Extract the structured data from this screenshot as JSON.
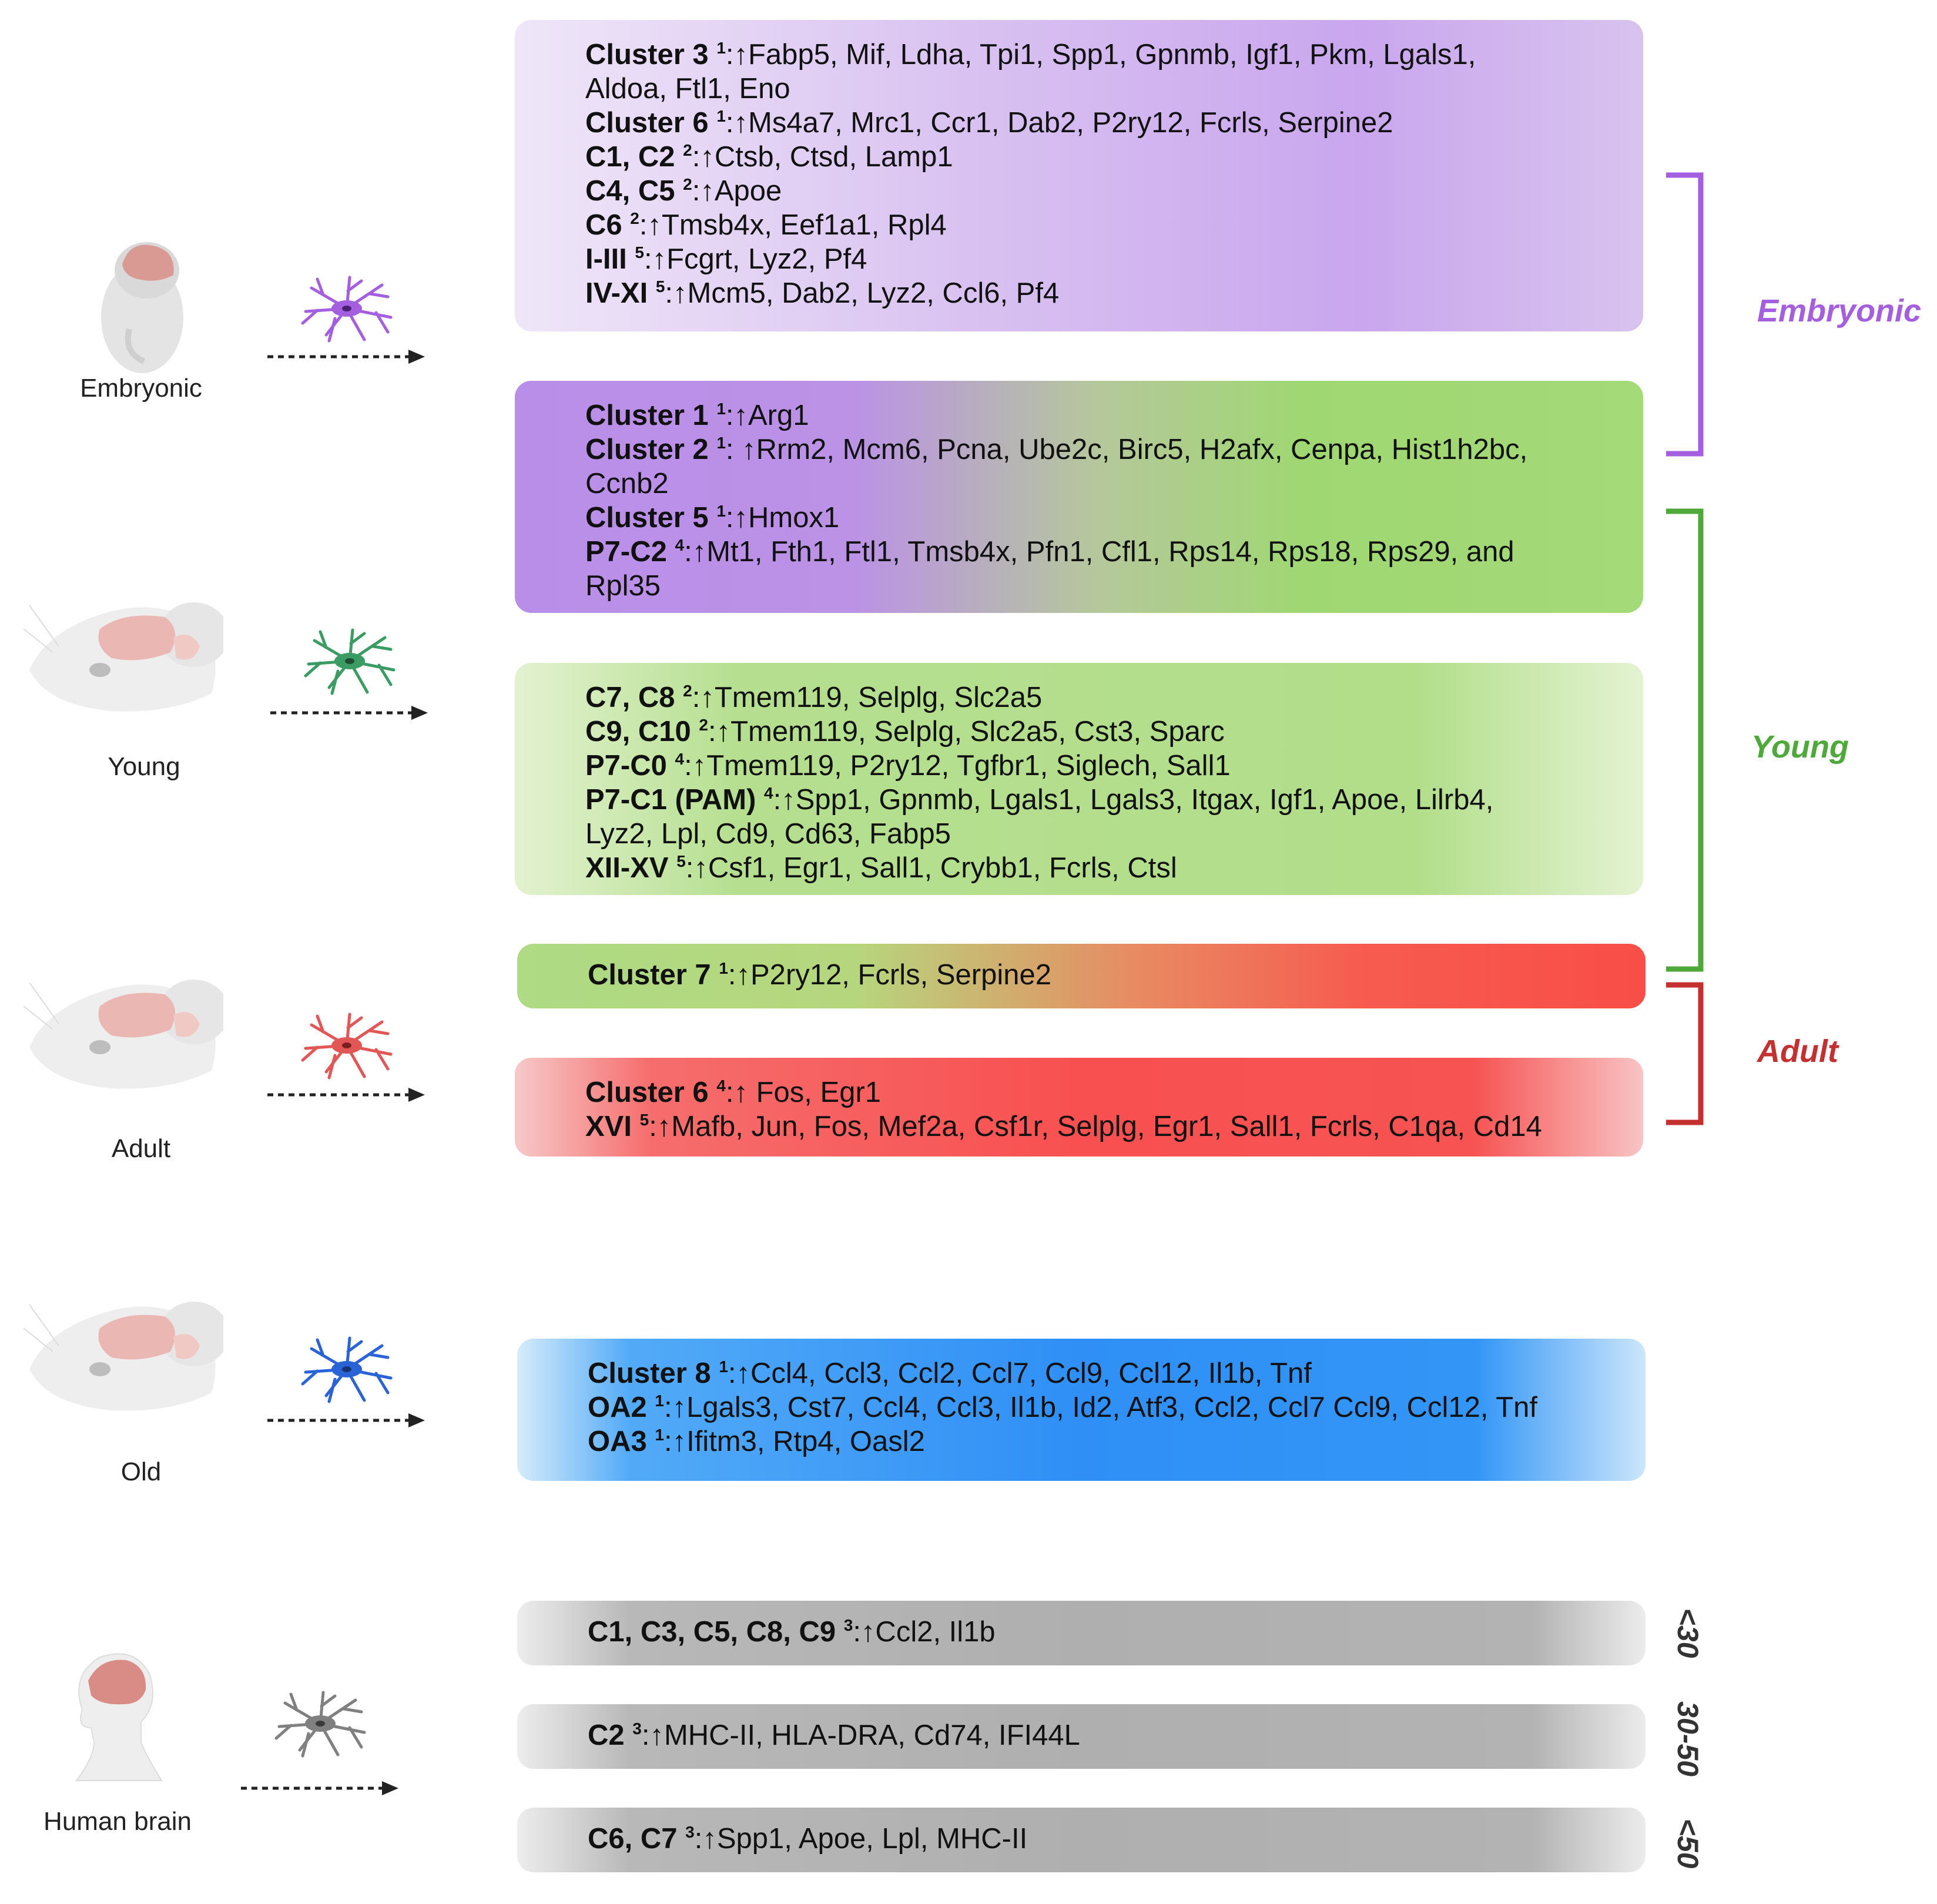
{
  "stages": {
    "embryonic": "Embryonic",
    "young": "Young",
    "adult": "Adult",
    "old": "Old",
    "human": "Human brain"
  },
  "colors": {
    "embryonic": "#a45fe0",
    "young": "#4ea83a",
    "adult": "#c42f2f",
    "old": "#2a63d8",
    "human": "#808080"
  },
  "icons": {
    "embryonic": "mouse-embryo-icon",
    "young": "mouse-head-icon",
    "adult": "mouse-head-icon",
    "old": "mouse-head-icon",
    "human": "human-head-icon",
    "cell": "microglia-icon"
  },
  "groups": {
    "embryonic": "Embryonic",
    "young": "Young",
    "adult": "Adult"
  },
  "ages": {
    "a": "<30",
    "b": "30-50",
    "c": "<50"
  },
  "boxes": {
    "emb1": {
      "l1": {
        "label": "Cluster  3",
        "sup": "1",
        "text": ":↑Fabp5,  Mif,  Ldha,  Tpi1,  Spp1,  Gpnmb,  Igf1,  Pkm,  Lgals1,"
      },
      "l1b": "Aldoa, Ftl1, Eno",
      "l2": {
        "label": "Cluster 6",
        "sup": "1",
        "text": ":↑Ms4a7, Mrc1, Ccr1, Dab2, P2ry12, Fcrls, Serpine2"
      },
      "l3": {
        "label": "C1, C2",
        "sup": "2",
        "text": ":↑Ctsb, Ctsd, Lamp1"
      },
      "l4": {
        "label": "C4, C5",
        "sup": "2",
        "text": ":↑Apoe"
      },
      "l5": {
        "label": "C6",
        "sup": "2",
        "text": ":↑Tmsb4x, Eef1a1, Rpl4"
      },
      "l6": {
        "label": "I-III",
        "sup": "5",
        "text": ":↑Fcgrt, Lyz2, Pf4"
      },
      "l7": {
        "label": "IV-XI",
        "sup": "5",
        "text": ":↑Mcm5, Dab2, Lyz2, Ccl6, Pf4"
      }
    },
    "emb2": {
      "l1": {
        "label": "Cluster 1",
        "sup": "1",
        "text": ":↑Arg1"
      },
      "l2": {
        "label": "Cluster  2",
        "sup": "1",
        "text": ":  ↑Rrm2,  Mcm6,  Pcna,  Ube2c,  Birc5,  H2afx,  Cenpa,  Hist1h2bc,"
      },
      "l2b": "Ccnb2",
      "l3": {
        "label": "Cluster 5",
        "sup": "1",
        "text": ":↑Hmox1"
      },
      "l4": {
        "label": "P7-C2",
        "sup": "4",
        "text": ":↑Mt1,  Fth1,  Ftl1,  Tmsb4x,  Pfn1,  Cfl1,  Rps14,  Rps18,  Rps29,  and"
      },
      "l4b": "Rpl35"
    },
    "young": {
      "l1": {
        "label": "C7, C8",
        "sup": "2",
        "text": ":↑Tmem119, Selplg, Slc2a5"
      },
      "l2": {
        "label": "C9, C10",
        "sup": "2",
        "text": ":↑Tmem119, Selplg, Slc2a5, Cst3, Sparc"
      },
      "l3": {
        "label": "P7-C0",
        "sup": "4",
        "text": ":↑Tmem119, P2ry12, Tgfbr1, Siglech, Sall1"
      },
      "l4": {
        "label": "P7-C1  (PAM)",
        "sup": "4",
        "text": ":↑Spp1,  Gpnmb,  Lgals1,  Lgals3,  Itgax,  Igf1,  Apoe,  Lilrb4,"
      },
      "l4b": "Lyz2, Lpl, Cd9, Cd63, Fabp5",
      "l5": {
        "label": "XII-XV",
        "sup": "5",
        "text": ":↑Csf1, Egr1, Sall1, Crybb1, Fcrls, Ctsl"
      }
    },
    "c7": {
      "l1": {
        "label": "Cluster 7",
        "sup": "1",
        "text": ":↑P2ry12, Fcrls, Serpine2"
      }
    },
    "adult": {
      "l1": {
        "label": "Cluster 6",
        "sup": "4",
        "text": ":↑ Fos, Egr1"
      },
      "l2": {
        "label": "XVI",
        "sup": "5",
        "text": ":↑Mafb, Jun, Fos, Mef2a, Csf1r, Selplg, Egr1, Sall1, Fcrls, C1qa, Cd14"
      }
    },
    "old": {
      "l1": {
        "label": "Cluster 8",
        "sup": "1",
        "text": ":↑Ccl4, Ccl3, Ccl2, Ccl7, Ccl9, Ccl12, Il1b, Tnf"
      },
      "l2": {
        "label": "OA2",
        "sup": "1",
        "text": ":↑Lgals3, Cst7, Ccl4, Ccl3, Il1b, Id2, Atf3, Ccl2, Ccl7 Ccl9, Ccl12, Tnf"
      },
      "l3": {
        "label": "OA3",
        "sup": "1",
        "text": ":↑Ifitm3, Rtp4, Oasl2"
      }
    },
    "h1": {
      "label": "C1, C3, C5, C8, C9",
      "sup": "3",
      "text": ":↑Ccl2, Il1b"
    },
    "h2": {
      "label": "C2",
      "sup": "3",
      "text": ":↑MHC-II, HLA-DRA, Cd74, IFI44L"
    },
    "h3": {
      "label": "C6, C7",
      "sup": "3",
      "text": ":↑Spp1, Apoe, Lpl, MHC-II"
    }
  }
}
